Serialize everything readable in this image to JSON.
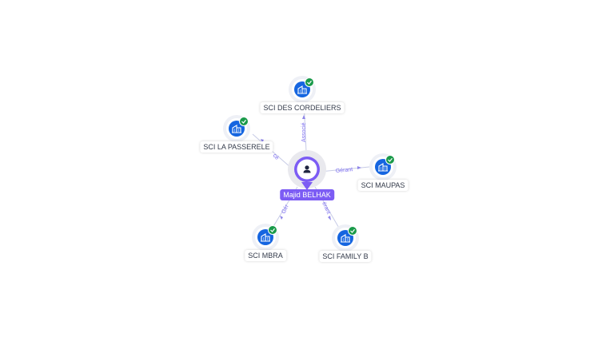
{
  "center": {
    "name": "Majid BELHAK",
    "icon": "person-icon"
  },
  "companies": [
    {
      "id": "cordeliers",
      "name": "SCI DES CORDELIERS",
      "relation": "Associé",
      "icon": "building-icon",
      "status": "verified-check-icon"
    },
    {
      "id": "passerele",
      "name": "SCI LA PASSERELE",
      "relation": "cé",
      "icon": "building-icon",
      "status": "verified-check-icon"
    },
    {
      "id": "maupas",
      "name": "SCI MAUPAS",
      "relation": "Gérant",
      "icon": "building-icon",
      "status": "verified-check-icon"
    },
    {
      "id": "mbra",
      "name": "SCI MBRA",
      "relation": "Gér",
      "icon": "building-icon",
      "status": "verified-check-icon"
    },
    {
      "id": "family",
      "name": "SCI FAMILY B",
      "relation": "érant",
      "icon": "building-icon",
      "status": "verified-check-icon"
    }
  ],
  "colors": {
    "company_node": "#1565e0",
    "check_badge": "#1a9a4a",
    "center_node": "#7c5cf4",
    "edge": "#c7cbe6",
    "edge_label": "#7b6cf0"
  }
}
